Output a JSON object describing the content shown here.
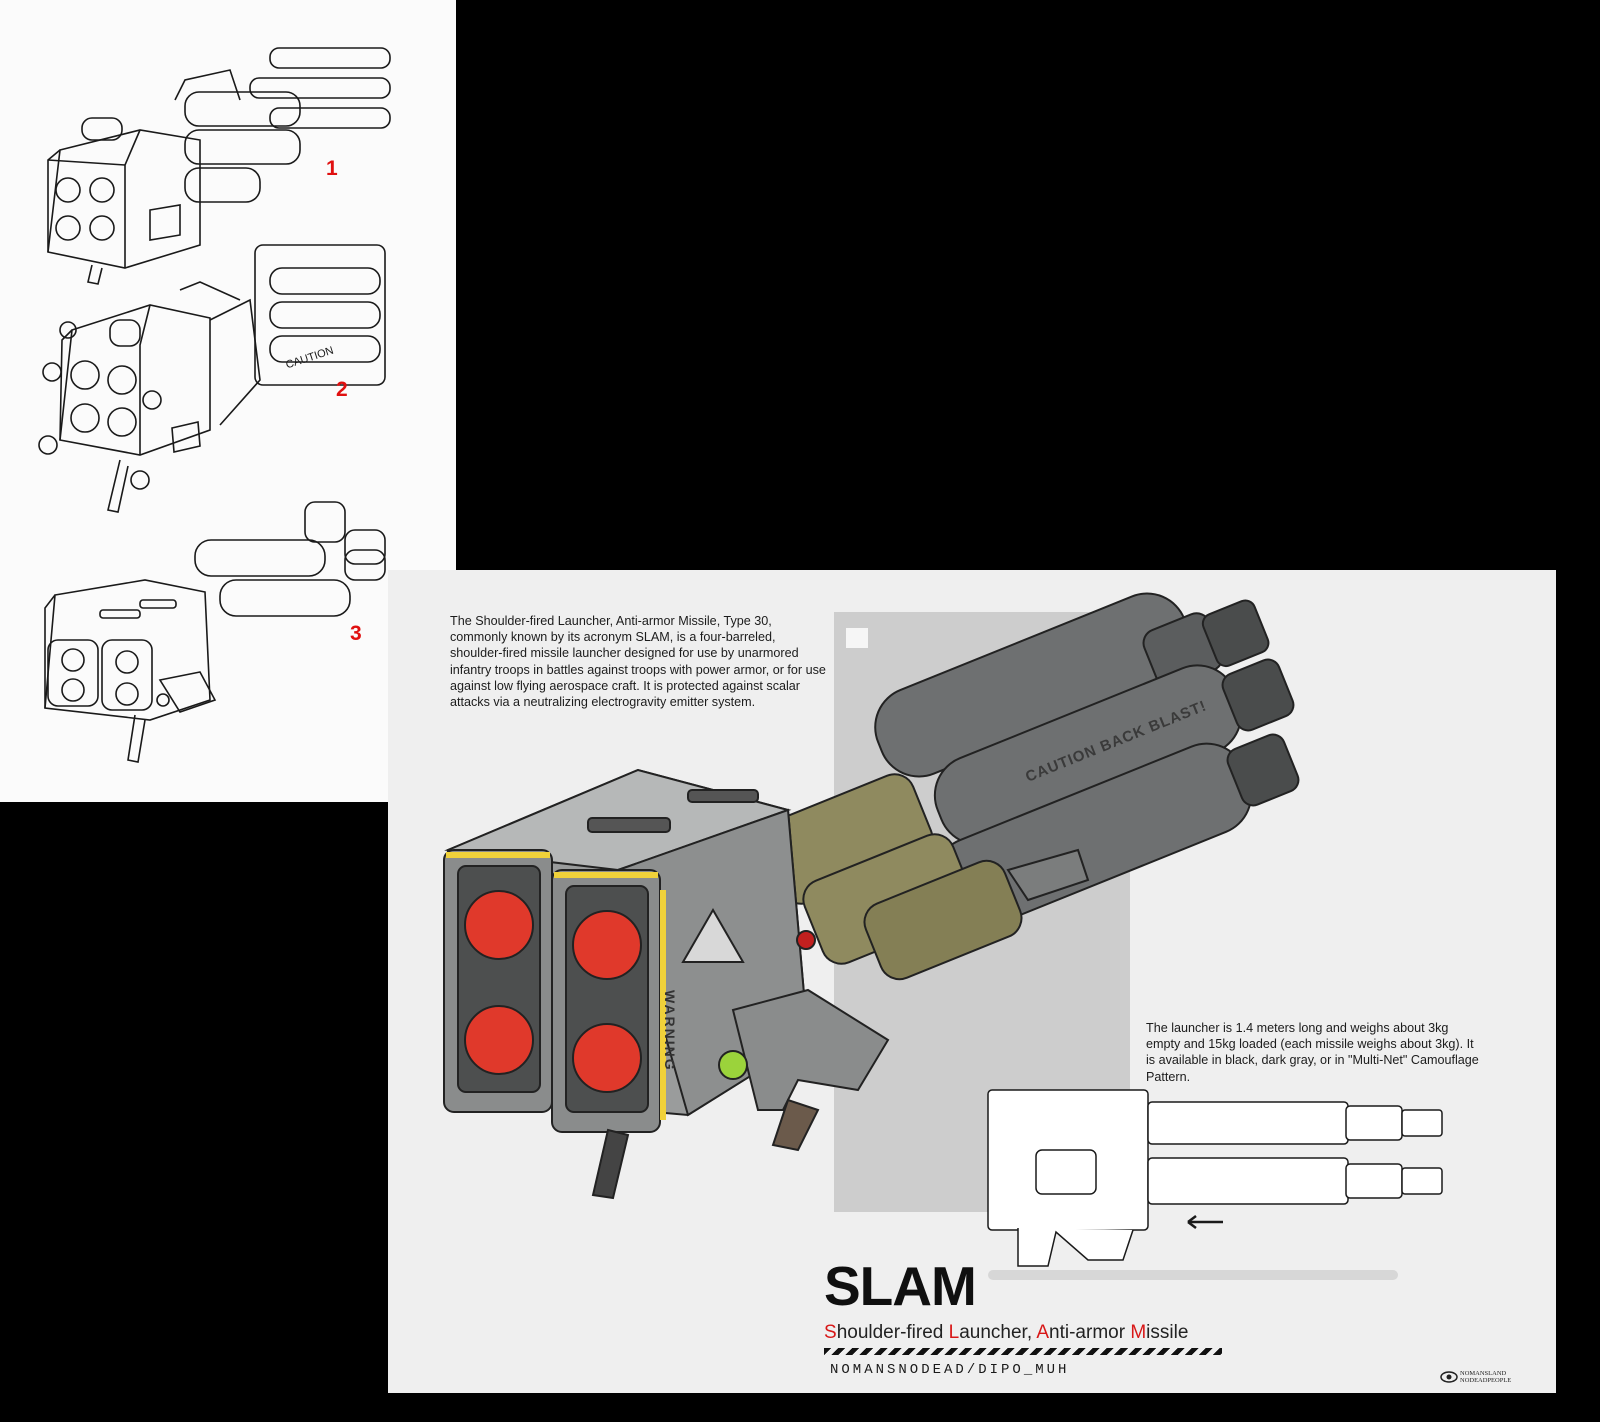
{
  "sketches": [
    {
      "number": "1"
    },
    {
      "number": "2",
      "decal": "CAUTION"
    },
    {
      "number": "3"
    }
  ],
  "sheet": {
    "description": "The Shoulder-fired Launcher, Anti-armor Missile, Type 30, commonly known by its acronym SLAM, is a four-barreled, shoulder-fired missile launcher designed for use by unarmored infantry troops in battles against troops with power armor, or for use against low flying aerospace craft. It is protected against scalar attacks via a neutralizing electrogravity emitter system.",
    "specs": "The launcher is 1.4 meters long and weighs about 3kg empty and 15kg loaded (each missile weighs about 3kg). It is available in black, dark gray, or in \"Multi-Net\" Camouflage Pattern.",
    "decal_back_blast": "CAUTION BACK BLAST!",
    "decal_warning": "WARNING",
    "title": "SLAM",
    "subtitle": {
      "s": "S",
      "s_rest": "houlder-fired ",
      "l": "L",
      "l_rest": "auncher, ",
      "a": "A",
      "a_rest": "nti-armor ",
      "m": "M",
      "m_rest": "issile"
    },
    "credit": "NOMANSNODEAD/DIPO_MUH",
    "logo_line1": "NOMANSLAND",
    "logo_line2": "NODEADPEOPLE"
  },
  "colors": {
    "accent_red": "#d81818",
    "missile_red": "#e0392b",
    "body_gray": "#9a9c9c",
    "tube_gray": "#6e7071",
    "olive": "#8f8a5f"
  }
}
